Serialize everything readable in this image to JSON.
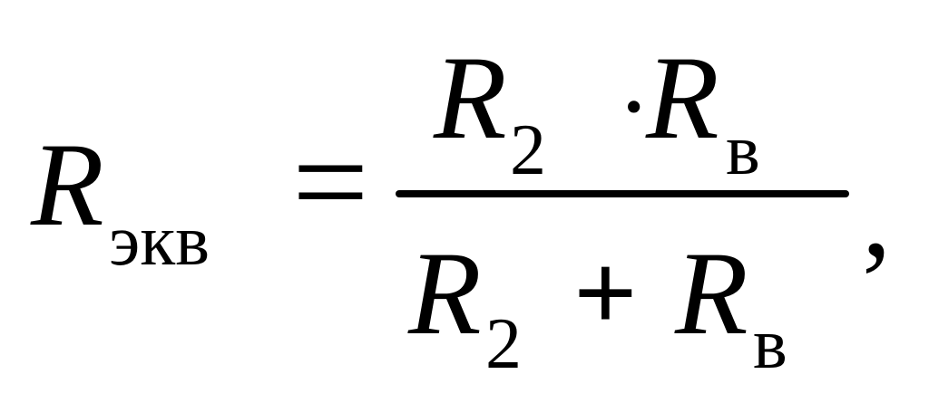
{
  "formula": {
    "lhs": {
      "symbol": "R",
      "subscript": "экв"
    },
    "equals": "=",
    "numerator": {
      "term1": {
        "symbol": "R",
        "subscript": "2"
      },
      "operator": "·",
      "term2": {
        "symbol": "R",
        "subscript": "в"
      }
    },
    "denominator": {
      "term1": {
        "symbol": "R",
        "subscript": "2"
      },
      "operator": "+",
      "term2": {
        "symbol": "R",
        "subscript": "в"
      }
    },
    "trailing_punctuation": ","
  }
}
